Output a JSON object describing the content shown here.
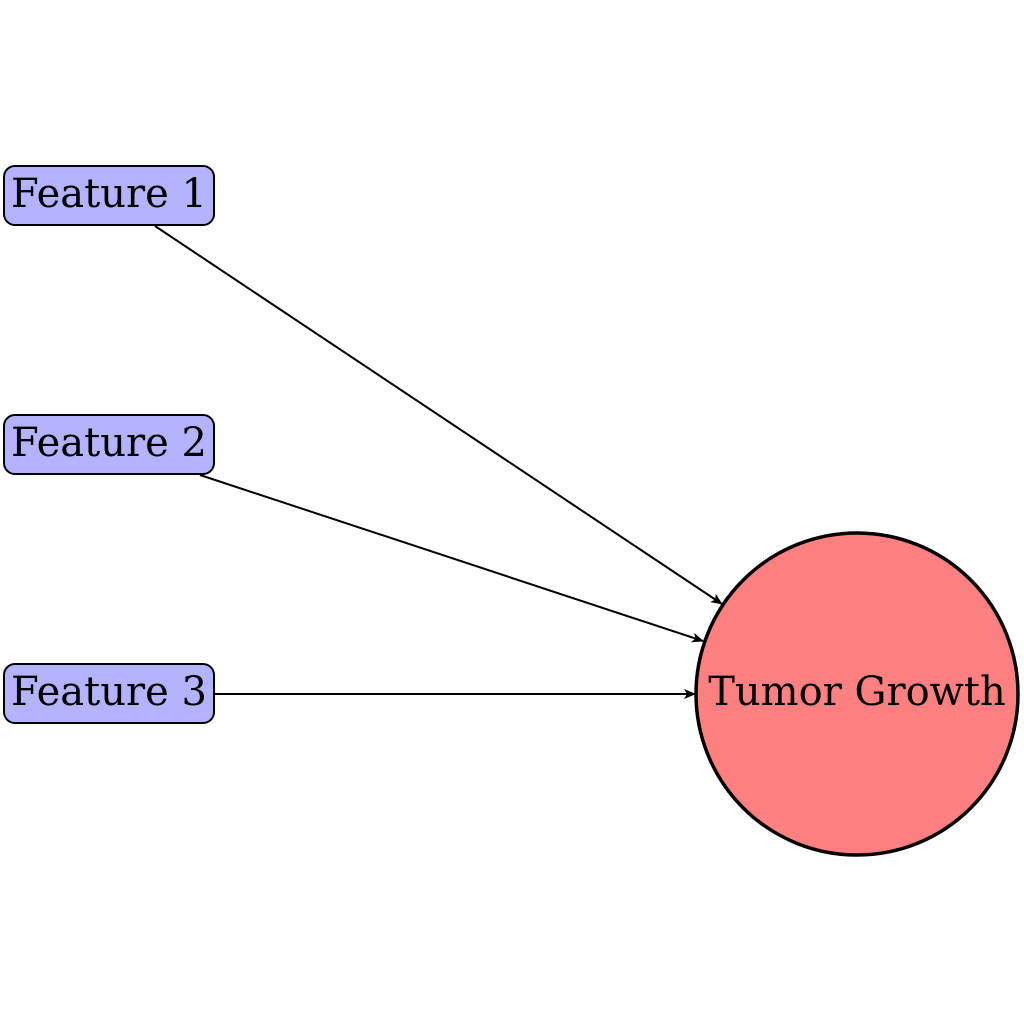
{
  "colors": {
    "feature_fill": "#b3b3ff",
    "target_fill": "#ff8080",
    "stroke": "#000000"
  },
  "nodes": {
    "feature_1": {
      "label": "Feature 1"
    },
    "feature_2": {
      "label": "Feature 2"
    },
    "feature_3": {
      "label": "Feature 3"
    },
    "target": {
      "label": "Tumor Growth"
    }
  },
  "edges": [
    {
      "from": "Feature 1",
      "to": "Tumor Growth"
    },
    {
      "from": "Feature 2",
      "to": "Tumor Growth"
    },
    {
      "from": "Feature 3",
      "to": "Tumor Growth"
    }
  ]
}
